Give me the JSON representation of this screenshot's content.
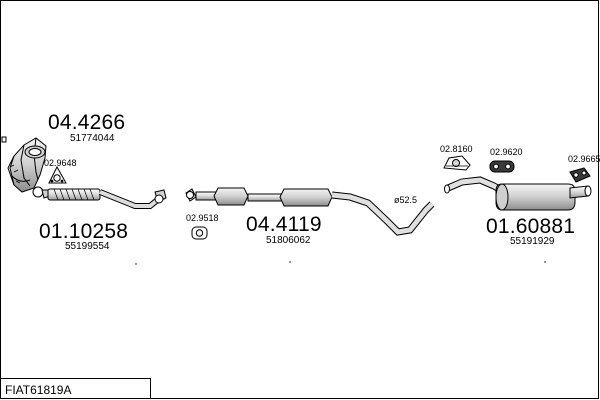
{
  "parts": {
    "manifold": {
      "number": "04.4266",
      "oem": "51774044"
    },
    "gasket_front": {
      "number": "02.9648"
    },
    "front_pipe": {
      "number": "01.10258",
      "oem": "55199554"
    },
    "gasket_mid": {
      "number": "02.9518"
    },
    "center_silencer": {
      "number": "04.4119",
      "oem": "51806062"
    },
    "diameter": {
      "text": "ø52.5"
    },
    "clamp": {
      "number": "02.8160"
    },
    "rubber_a": {
      "number": "02.9620"
    },
    "rubber_b": {
      "number": "02.9665"
    },
    "rear_silencer": {
      "number": "01.60881",
      "oem": "55191929"
    }
  },
  "kit_code": "FIAT61819A",
  "colors": {
    "line": "#000000",
    "fill": "#e6e6e6",
    "shade": "#b0b0b0"
  }
}
